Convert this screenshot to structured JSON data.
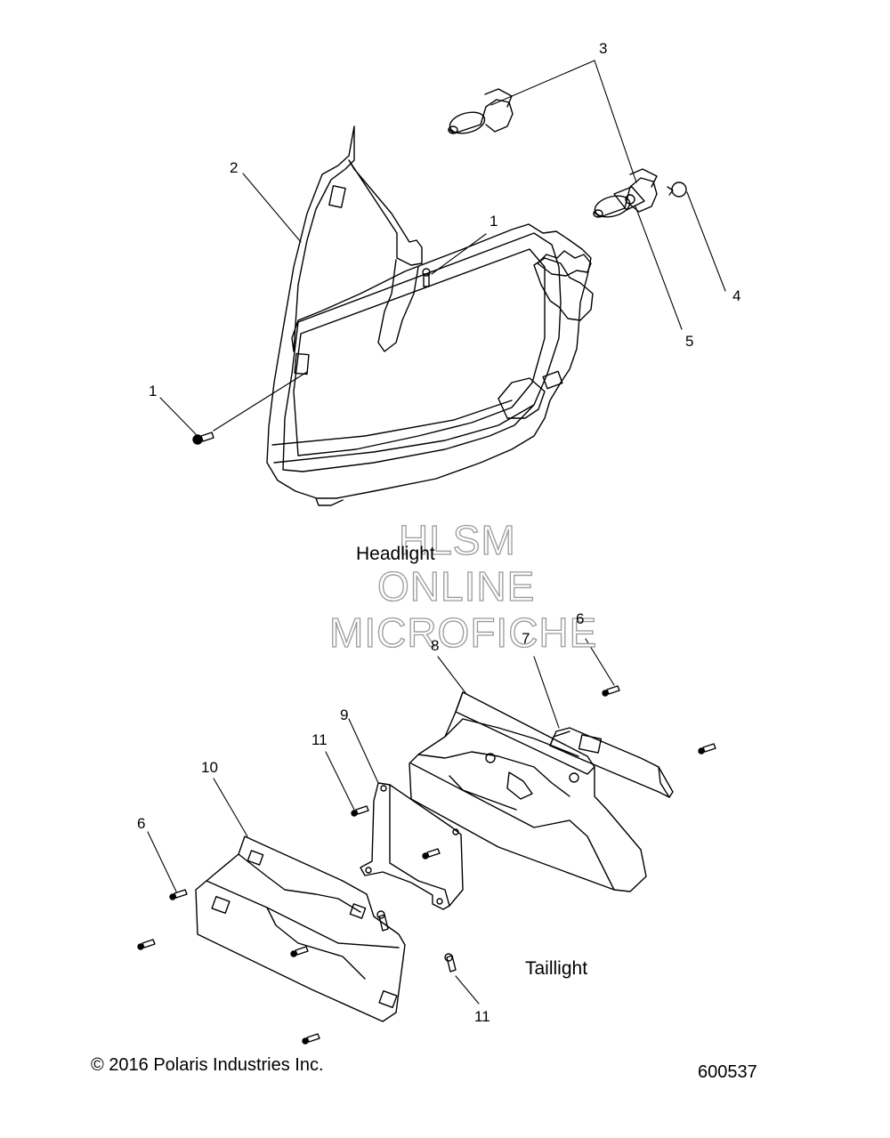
{
  "captions": {
    "headlight": "Headlight",
    "taillight": "Taillight"
  },
  "watermark": {
    "line1": "HLSM",
    "line2": "ONLINE",
    "line3": "MICROFICHE"
  },
  "footer": {
    "copyright": "© 2016 Polaris Industries Inc.",
    "figure_number": "600537"
  },
  "callouts": {
    "c1_upper": "1",
    "c1_lower": "1",
    "c2": "2",
    "c3": "3",
    "c4": "4",
    "c5": "5",
    "c6_right": "6",
    "c6_left": "6",
    "c7": "7",
    "c8": "8",
    "c9": "9",
    "c10": "10",
    "c11_upper": "11",
    "c11_lower": "11"
  },
  "colors": {
    "line": "#000000",
    "watermark_outline": "#9a9a9a"
  }
}
